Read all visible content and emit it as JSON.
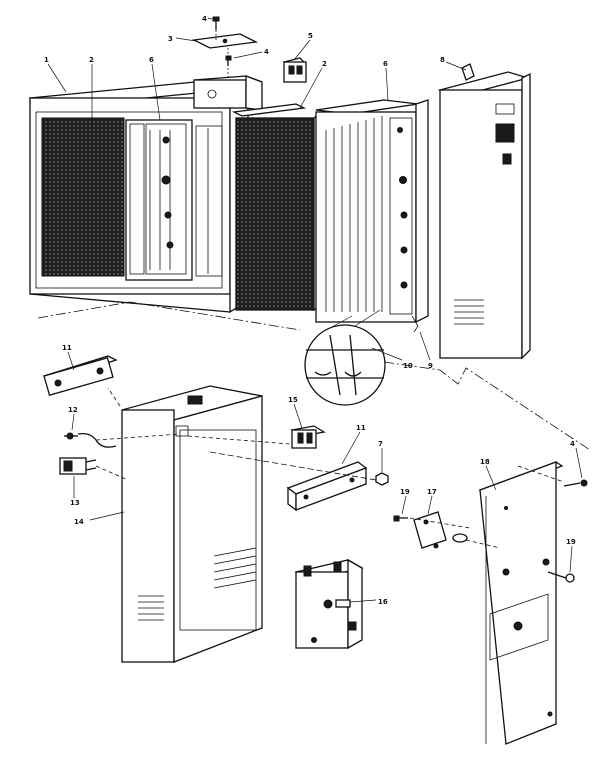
{
  "callouts": {
    "c1": "1",
    "c2a": "2",
    "c2b": "2",
    "c3": "3",
    "c4a": "4",
    "c4b": "4",
    "c4c": "4",
    "c5": "5",
    "c6a": "6",
    "c6b": "6",
    "c7": "7",
    "c8": "8",
    "c9": "9",
    "c10": "10",
    "c11a": "11",
    "c11b": "11",
    "c12": "12",
    "c13": "13",
    "c14": "14",
    "c15": "15",
    "c16": "16",
    "c17": "17",
    "c18": "18",
    "c19a": "19",
    "c19b": "19"
  }
}
